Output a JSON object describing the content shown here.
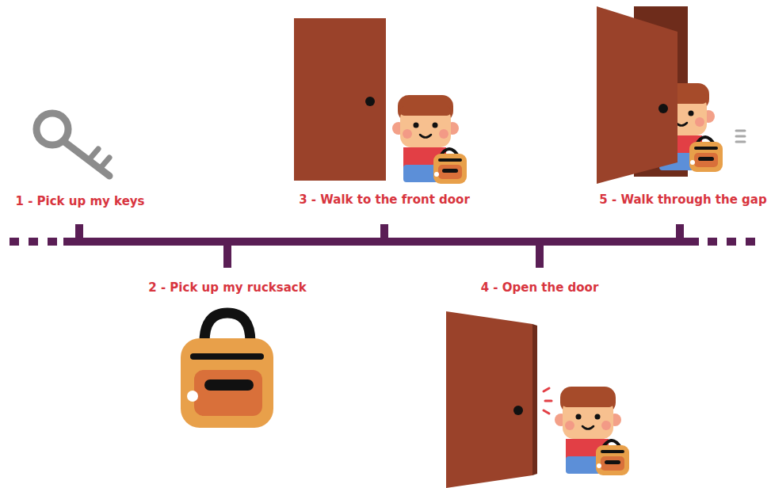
{
  "diagram": {
    "labels": [
      "1 - Pick up my keys",
      "2 - Pick up my rucksack",
      "3 - Walk to the front door",
      "4 - Open the door",
      "5 - Walk through the gap"
    ]
  }
}
